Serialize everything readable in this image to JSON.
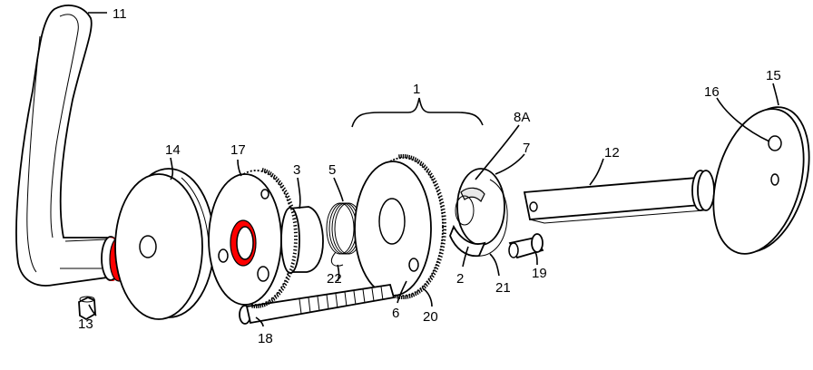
{
  "highlight_color": "#ff0000",
  "labels": {
    "l1": "1",
    "l2": "2",
    "l3": "3",
    "l5": "5",
    "l6": "6",
    "l7": "7",
    "l8A": "8A",
    "l11": "11",
    "l12": "12",
    "l13": "13",
    "l14": "14",
    "l15": "15",
    "l16": "16",
    "l17": "17",
    "l18": "18",
    "l19": "19",
    "l20": "20",
    "l21": "21",
    "l22": "22"
  }
}
